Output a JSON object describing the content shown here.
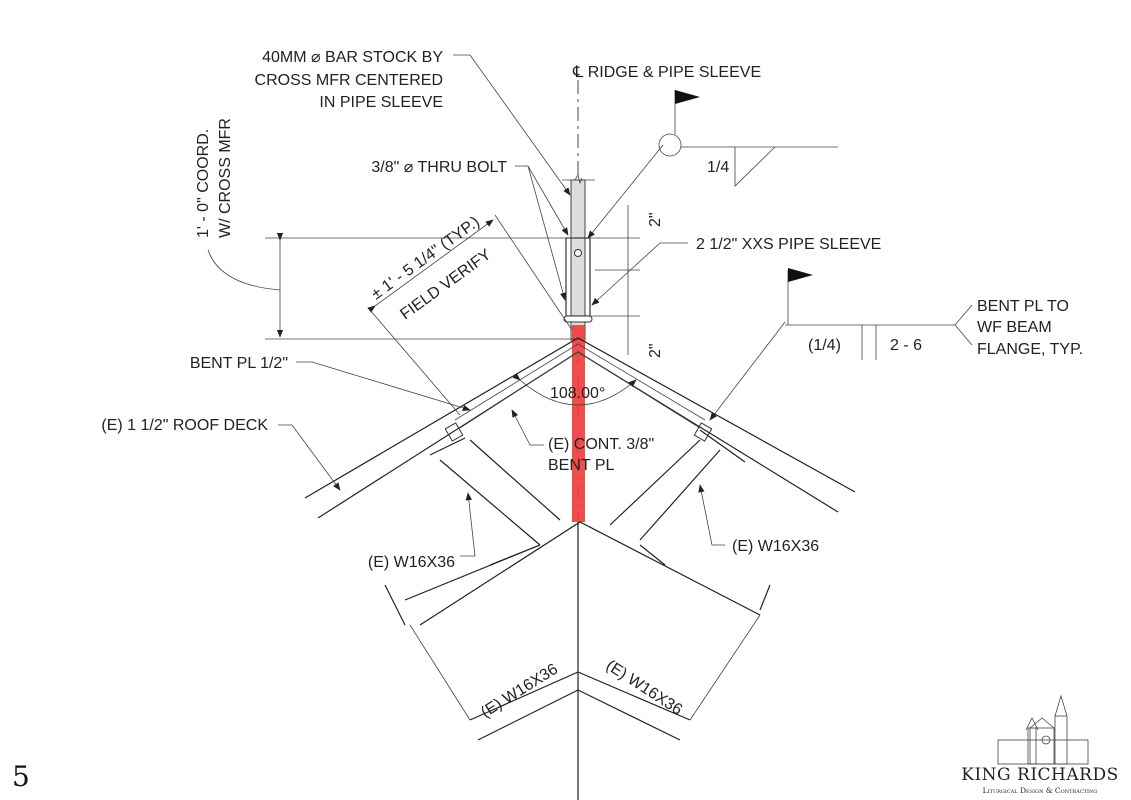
{
  "page_number": "5",
  "labels": {
    "bar_stock_1": "40MM ⌀ BAR STOCK BY",
    "bar_stock_2": "CROSS MFR CENTERED",
    "bar_stock_3": "IN PIPE SLEEVE",
    "ridge": "℄ RIDGE & PIPE SLEEVE",
    "weld_top": "1/4",
    "thru_bolt": "3/8\" ⌀ THRU BOLT",
    "coord_1": "1' - 0\" COORD.",
    "coord_2": "W/ CROSS MFR",
    "dim_typ": "± 1' - 5 1/4\" (TYP.)",
    "field_verify": "FIELD VERIFY",
    "dim_2_top": "2\"",
    "dim_2_bottom": "2\"",
    "pipe_sleeve": "2 1/2\" XXS PIPE SLEEVE",
    "bent_pl_to_1": "BENT PL TO",
    "bent_pl_to_2": "WF BEAM",
    "bent_pl_to_3": "FLANGE, TYP.",
    "weld_right_size": "(1/4)",
    "weld_right_pitch": "2 - 6",
    "bent_pl": "BENT PL 1/2\"",
    "angle": "108.00°",
    "roof_deck": "(E) 1 1/2\" ROOF DECK",
    "cont_pl_1": "(E) CONT. 3/8\"",
    "cont_pl_2": "BENT PL",
    "beam_left": "(E) W16X36",
    "beam_right": "(E) W16X36",
    "beam_bottom_left": "(E) W16X36",
    "beam_bottom_right": "(E) W16X36"
  },
  "logo": {
    "name": "KING RICHARDS",
    "tagline": "Liturgical Design & Contracting"
  },
  "colors": {
    "highlight": "#f03a3a",
    "line": "#222222"
  }
}
